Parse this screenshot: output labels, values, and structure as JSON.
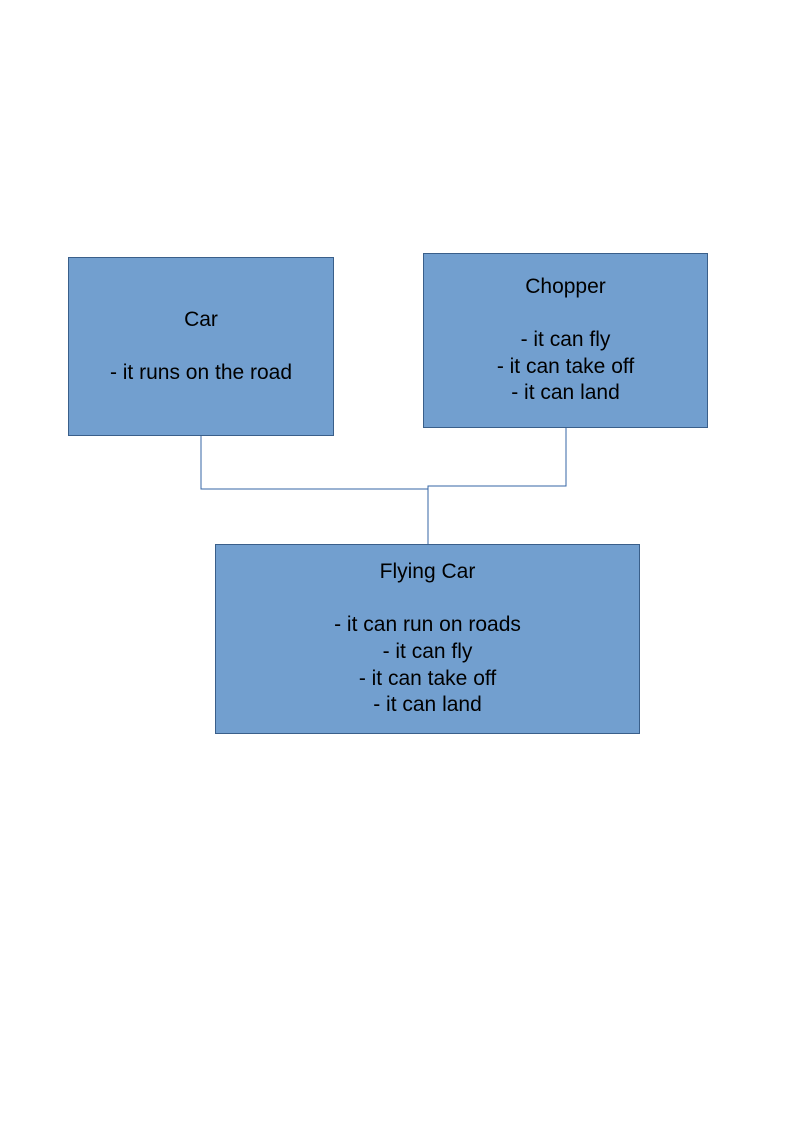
{
  "diagram": {
    "nodes": {
      "car": {
        "title": "Car",
        "lines": [
          "- it runs on the road"
        ]
      },
      "chopper": {
        "title": "Chopper",
        "lines": [
          "- it can fly",
          "- it can take off",
          "- it can land"
        ]
      },
      "flying_car": {
        "title": "Flying Car",
        "lines": [
          "- it can run on roads",
          "- it can fly",
          "- it can take off",
          "- it can land"
        ]
      }
    },
    "edges": [
      {
        "from": "car",
        "to": "flying_car"
      },
      {
        "from": "chopper",
        "to": "flying_car"
      }
    ],
    "colors": {
      "node_fill": "#729fcf",
      "node_border": "#3a5f8a",
      "connector": "#3465a4"
    }
  }
}
